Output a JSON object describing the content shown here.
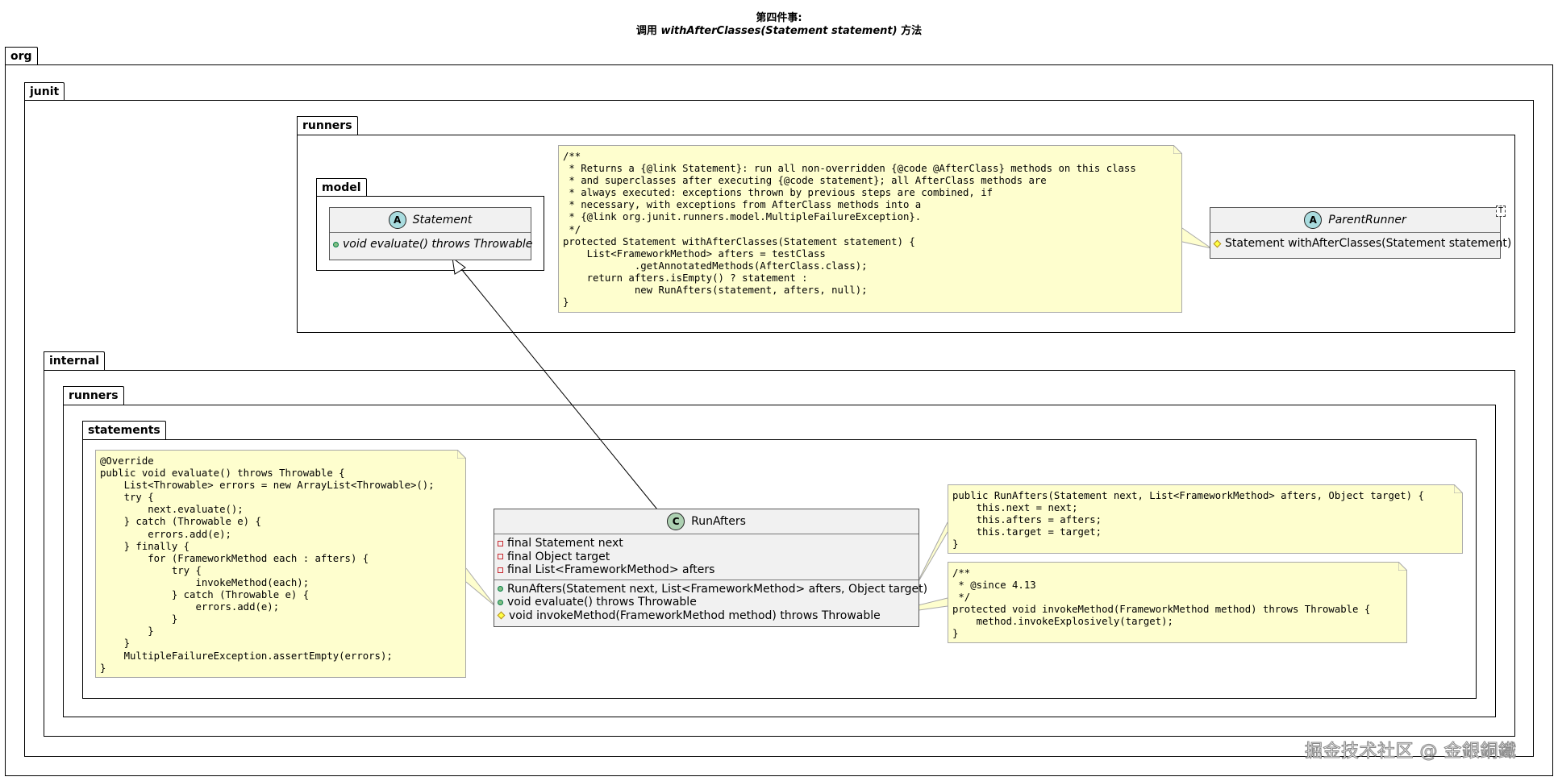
{
  "title": {
    "line1": "第四件事:",
    "line2_prefix": "调用 ",
    "line2_method": "withAfterClasses(Statement statement)",
    "line2_suffix": " 方法"
  },
  "packages": {
    "org": "org",
    "junit": "junit",
    "runners": "runners",
    "model": "model",
    "internal": "internal",
    "internal_runners": "runners",
    "statements": "statements"
  },
  "classes": {
    "statement": {
      "stereotype": "A",
      "name": "Statement",
      "methods": [
        {
          "visibility": "public",
          "text": "void evaluate() throws Throwable"
        }
      ]
    },
    "parent_runner": {
      "stereotype": "A",
      "name": "ParentRunner",
      "type_param": "T",
      "methods": [
        {
          "visibility": "protected",
          "text": "Statement withAfterClasses(Statement statement)"
        }
      ]
    },
    "run_afters": {
      "stereotype": "C",
      "name": "RunAfters",
      "fields": [
        {
          "visibility": "private",
          "text": "final Statement next"
        },
        {
          "visibility": "private",
          "text": "final Object target"
        },
        {
          "visibility": "private",
          "text": "final List<FrameworkMethod> afters"
        }
      ],
      "methods": [
        {
          "visibility": "public",
          "text": "RunAfters(Statement next, List<FrameworkMethod> afters, Object target)"
        },
        {
          "visibility": "public",
          "text": "void evaluate() throws Throwable"
        },
        {
          "visibility": "protected",
          "text": "void invokeMethod(FrameworkMethod method) throws Throwable"
        }
      ]
    }
  },
  "notes": {
    "with_after_classes": "/**\n * Returns a {@link Statement}: run all non-overridden {@code @AfterClass} methods on this class\n * and superclasses after executing {@code statement}; all AfterClass methods are\n * always executed: exceptions thrown by previous steps are combined, if\n * necessary, with exceptions from AfterClass methods into a\n * {@link org.junit.runners.model.MultipleFailureException}.\n */\nprotected Statement withAfterClasses(Statement statement) {\n    List<FrameworkMethod> afters = testClass\n            .getAnnotatedMethods(AfterClass.class);\n    return afters.isEmpty() ? statement :\n            new RunAfters(statement, afters, null);\n}",
    "evaluate": "@Override\npublic void evaluate() throws Throwable {\n    List<Throwable> errors = new ArrayList<Throwable>();\n    try {\n        next.evaluate();\n    } catch (Throwable e) {\n        errors.add(e);\n    } finally {\n        for (FrameworkMethod each : afters) {\n            try {\n                invokeMethod(each);\n            } catch (Throwable e) {\n                errors.add(e);\n            }\n        }\n    }\n    MultipleFailureException.assertEmpty(errors);\n}",
    "constructor": "public RunAfters(Statement next, List<FrameworkMethod> afters, Object target) {\n    this.next = next;\n    this.afters = afters;\n    this.target = target;\n}",
    "invoke_method": "/**\n * @since 4.13\n */\nprotected void invokeMethod(FrameworkMethod method) throws Throwable {\n    method.invokeExplosively(target);\n}"
  },
  "watermark": "掘金技术社区 @ 金銀銅鐵"
}
